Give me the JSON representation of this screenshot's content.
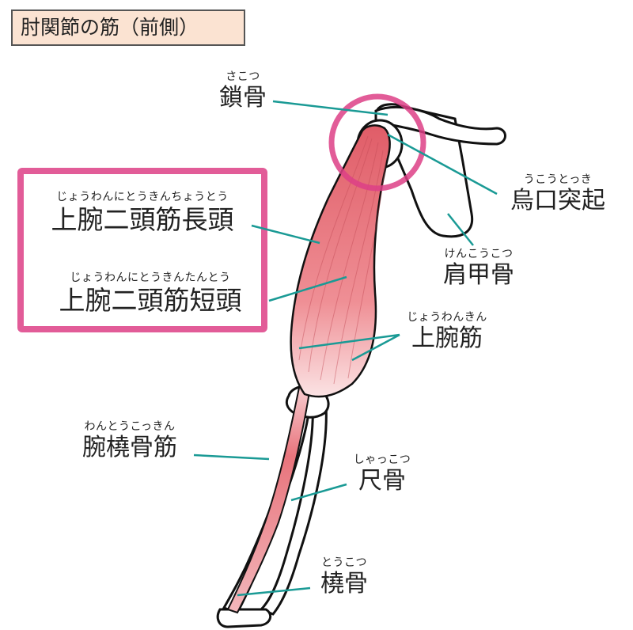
{
  "title": "肘関節の筋（前側）",
  "colors": {
    "muscle": "#e6737b",
    "muscle_light": "#f6c9cc",
    "leader": "#1a9a95",
    "highlight": "#dd3f86",
    "title_bg": "#fbe3d2"
  },
  "labels": {
    "clavicle": {
      "furigana": "さこつ",
      "text": "鎖骨"
    },
    "coracoid": {
      "furigana": "うこうとっき",
      "text": "烏口突起"
    },
    "biceps_long": {
      "furigana": "じょうわんにとうきんちょうとう",
      "text": "上腕二頭筋長頭"
    },
    "biceps_short": {
      "furigana": "じょうわんにとうきんたんとう",
      "text": "上腕二頭筋短頭"
    },
    "scapula": {
      "furigana": "けんこうこつ",
      "text": "肩甲骨"
    },
    "brachialis": {
      "furigana": "じょうわんきん",
      "text": "上腕筋"
    },
    "brachioradialis": {
      "furigana": "わんとうこっきん",
      "text": "腕橈骨筋"
    },
    "ulna": {
      "furigana": "しゃっこつ",
      "text": "尺骨"
    },
    "radius": {
      "furigana": "とうこつ",
      "text": "橈骨"
    }
  }
}
